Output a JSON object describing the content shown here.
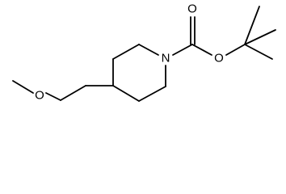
{
  "molecule": {
    "atoms": {
      "n1": "N",
      "o_carbonyl": "O",
      "o_ester": "O",
      "o_ether": "O"
    },
    "colors": {
      "bond": "#000000",
      "label": "#000000",
      "background": "#ffffff"
    }
  }
}
